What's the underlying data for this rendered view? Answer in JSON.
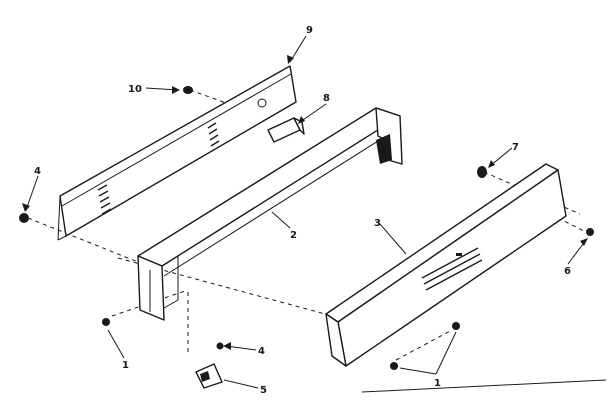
{
  "labels": {
    "l9": "9",
    "l10": "10",
    "l8": "8",
    "l4a": "4",
    "l2": "2",
    "l7": "7",
    "l3": "3",
    "l6": "6",
    "l1a": "1",
    "l4b": "4",
    "l5": "5",
    "l1b": "1"
  },
  "colors": {
    "ink": "#1a1a1a",
    "paper": "#ffffff"
  }
}
